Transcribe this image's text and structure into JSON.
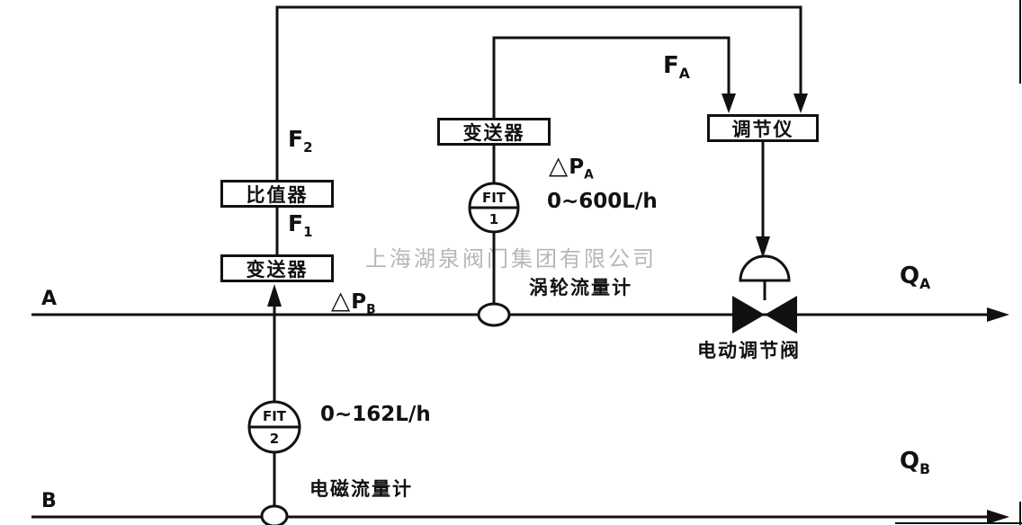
{
  "watermark": "上海湖泉阀门集团有限公司",
  "boxes": {
    "ratio_unit": "比值器",
    "transmitter_left": "变送器",
    "transmitter_mid": "变送器",
    "controller": "调节仪"
  },
  "labels": {
    "f2": {
      "base": "F",
      "sub": "2"
    },
    "f1": {
      "base": "F",
      "sub": "1"
    },
    "fa": {
      "base": "F",
      "sub": "A"
    },
    "qa": {
      "base": "Q",
      "sub": "A"
    },
    "qb": {
      "base": "Q",
      "sub": "B"
    },
    "dpa": {
      "delta": "△",
      "base": "P",
      "sub": "A"
    },
    "dpb": {
      "delta": "△",
      "base": "P",
      "sub": "B"
    },
    "line_a": "A",
    "line_b": "B",
    "range_a": "0~600L/h",
    "range_b": "0~162L/h",
    "turbine_meter": "涡轮流量计",
    "magnetic_meter": "电磁流量计",
    "valve": "电动调节阀"
  },
  "instruments": {
    "fit1": {
      "tag": "FIT",
      "num": "1"
    },
    "fit2": {
      "tag": "FIT",
      "num": "2"
    }
  },
  "colors": {
    "line": "#111111",
    "watermark": "#b7b7b7",
    "background": "#ffffff"
  }
}
